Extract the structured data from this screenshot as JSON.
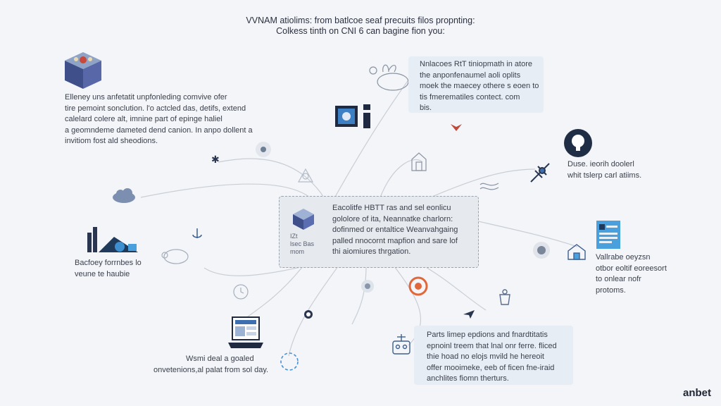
{
  "title": {
    "line1": "VVNAM atiolims: from batlcoe seaf precuits filos propnting:",
    "line2": "Colkess tinth on CNI 6 can bagine fion you:"
  },
  "blocks": {
    "left_top": [
      "Elleney uns anfetatit unpfonleding comvive ofer",
      "tire pemoint sonclution. l'o actcled das, detifs, extend",
      "calelard colere alt, imnine part of epinge haliel",
      "a geomndeme dameted dend canion. In anpo dollent a",
      "invitiom fost ald sheodions."
    ],
    "right_top": [
      "Nnlacoes RtT tiniopmath in atore",
      "the anponfenaumel aoli oplits",
      "moek the maecey othere s eoen to",
      "tis fmerematiles contect. com",
      "bis."
    ],
    "center_left": [
      "IZt",
      "lsec Bas",
      "mom"
    ],
    "center_right": [
      "Eacolitfe HBTT ras and sel eonlicu",
      "gololore of ita, Neannatke charlorn:",
      "dofinmed or entaltice Weanvahgaing",
      "palled nnocornt mapfion and sare lof",
      "thi aiomiures thrgation."
    ],
    "right_mid": [
      "Duse. ieorih doolerl",
      "whit tslerp carl atiims."
    ],
    "left_mid": [
      "Bacfoey forrnbes lo",
      "veune te haubie"
    ],
    "right_lower": [
      "Vallrabe oeyzsn",
      "otbor eoltif eoreesort",
      "to onlear nofr",
      "protoms."
    ],
    "bottom_left": [
      "Wsmi deal a goaled",
      "onvetenions,al palat from sol day."
    ],
    "bottom_right": [
      "Parts limep epdions and fnardtitatis",
      "epnoinl treem that lnal onr ferre. fliced",
      "thie hoad no elojs mvild he hereoit",
      "offer mooimeke, eeb of ficen fne-iraid",
      "anchlites fiomn therturs."
    ]
  },
  "brand": "anbet",
  "icons": [
    "cube-icon",
    "monitor-icon",
    "rabbit-icon",
    "bird-icon",
    "lock-icon",
    "microphone-icon",
    "building-icon",
    "satellite-icon",
    "cloud-icon",
    "factory-icon",
    "sheep-icon",
    "server-icon",
    "laptop-icon",
    "document-icon",
    "gear-icon"
  ],
  "colors": {
    "accent": "#2f4f6f",
    "highlight": "#e0683a",
    "background": "#f3f5f8"
  }
}
